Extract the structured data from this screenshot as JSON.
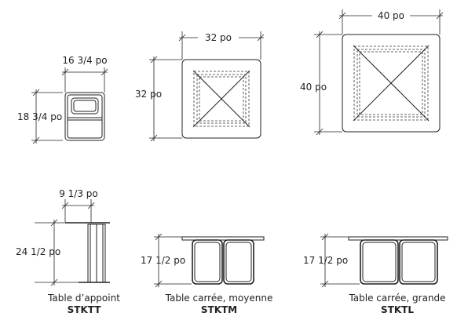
{
  "side_table": {
    "top_view": {
      "width_label": "16 3/4 po",
      "depth_label": "18 3/4 po"
    },
    "side_view": {
      "width_label": "9 1/3 po",
      "height_label": "24 1/2 po"
    },
    "caption": {
      "name": "Table d’appoint",
      "sku": "STKTT"
    }
  },
  "medium_table": {
    "top_view": {
      "width_label": "32 po",
      "depth_label": "32 po"
    },
    "side_view": {
      "height_label": "17 1/2 po"
    },
    "caption": {
      "name": "Table carrée, moyenne",
      "sku": "STKTM"
    }
  },
  "large_table": {
    "top_view": {
      "width_label": "40 po",
      "depth_label": "40 po"
    },
    "side_view": {
      "height_label": "17 1/2 po"
    },
    "caption": {
      "name": "Table carrée, grande",
      "sku": "STKTL"
    }
  }
}
